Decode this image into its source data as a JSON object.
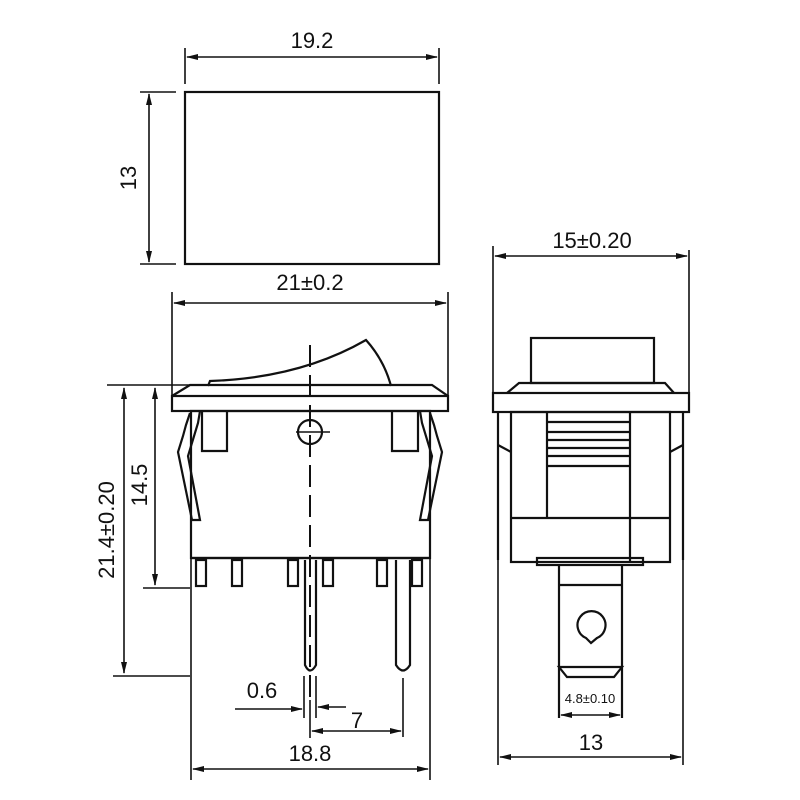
{
  "drawing": {
    "title": "Rocker switch dimension drawing",
    "units": "mm",
    "stroke_color": "#111111",
    "background": "#ffffff"
  },
  "panel_cutout": {
    "width_label": "19.2",
    "height_label": "13"
  },
  "front_view": {
    "bezel_width_label": "21±0.2",
    "overall_height_label": "21.4±0.20",
    "body_height_label": "14.5",
    "pin_thickness_label": "0.6",
    "pin_spacing_label": "7",
    "base_width_label": "18.8"
  },
  "side_view": {
    "bezel_width_label": "15±0.20",
    "terminal_width_label": "4.8±0.10",
    "base_width_label": "13"
  }
}
